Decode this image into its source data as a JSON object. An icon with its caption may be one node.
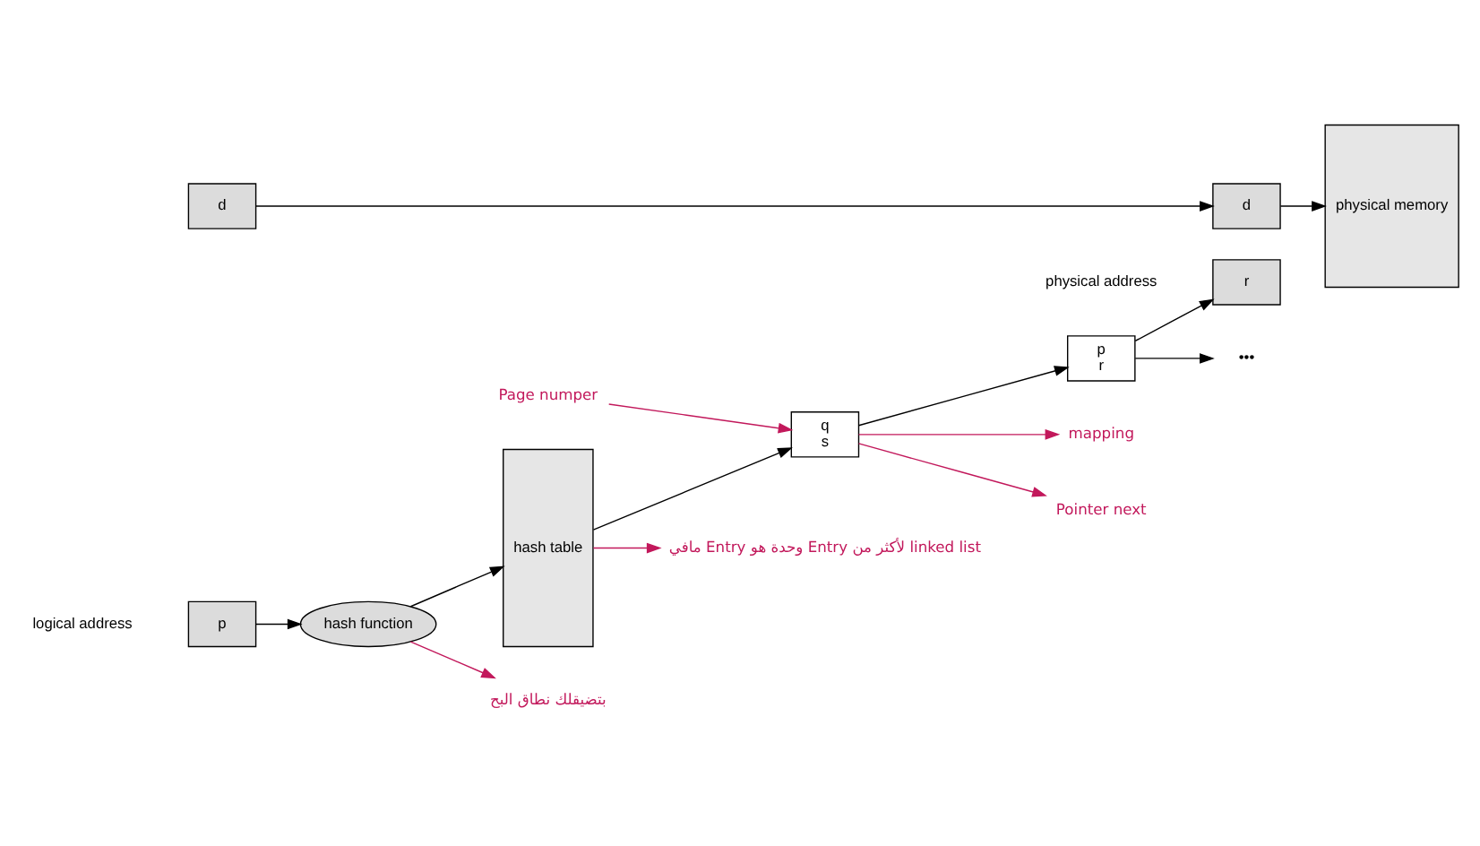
{
  "diagram": {
    "nodes": [
      {
        "text": [
          "p"
        ]
      },
      {
        "text": [
          "d"
        ]
      },
      {
        "text": [
          "hash function"
        ]
      },
      {
        "text": [
          "hash table"
        ]
      },
      {
        "text": [
          "q",
          "s"
        ]
      },
      {
        "text": [
          "p",
          "r"
        ]
      },
      {
        "text": [
          "•••"
        ]
      },
      {
        "text": [
          "r"
        ]
      },
      {
        "text": [
          "d"
        ]
      },
      {
        "text": [
          "physical memory"
        ]
      },
      {
        "text": [
          "mapping"
        ]
      },
      {
        "text": [
          "Page numper"
        ]
      },
      {
        "text": [
          "Pointer next"
        ]
      },
      {
        "text": [
          "بتضيقلك نطاق البح"
        ]
      },
      {
        "text": [
          "مافي Entry وحدة هو Entry لأكثر من linked list"
        ]
      }
    ],
    "edges": [
      {
        "from": 0,
        "to": 2,
        "arrow": "to"
      },
      {
        "from": 2,
        "to": 3,
        "arrow": "to"
      },
      {
        "from": 3,
        "to": 4,
        "arrow": "to"
      },
      {
        "from": 4,
        "to": 5,
        "arrow": "to"
      },
      {
        "from": 5,
        "to": 6,
        "arrow": "to"
      },
      {
        "from": 5,
        "to": 7,
        "arrow": "to"
      },
      {
        "from": 1,
        "to": 8,
        "arrow": "to"
      },
      {
        "from": 8,
        "to": 9,
        "arrow": "to"
      },
      {
        "from": 11,
        "to": 4,
        "arrow": "to",
        "color": "#c2185b"
      },
      {
        "from": 4,
        "to": 10,
        "arrow": "to",
        "color": "#c2185b"
      },
      {
        "from": 4,
        "to": 12,
        "arrow": "to",
        "color": "#c2185b"
      },
      {
        "from": 2,
        "to": 13,
        "arrow": "to",
        "color": "#c2185b"
      },
      {
        "from": 3,
        "to": 14,
        "arrow": "to",
        "color": "#c2185b"
      }
    ],
    "labels": [
      "logical address",
      "physical address"
    ]
  }
}
